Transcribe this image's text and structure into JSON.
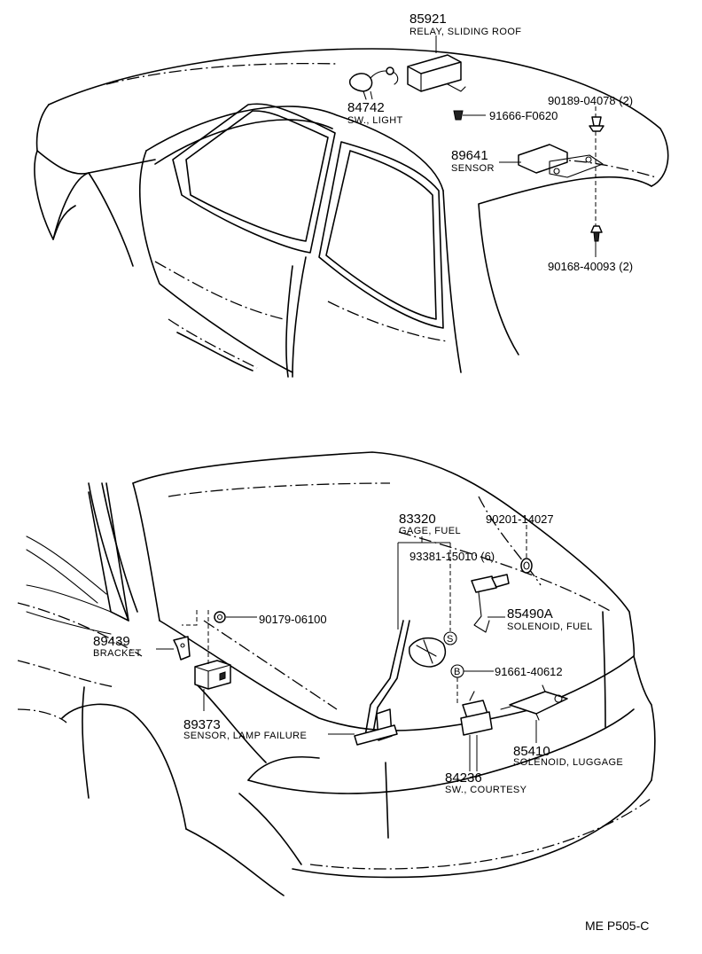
{
  "top": {
    "relay": {
      "number": "85921",
      "desc": "RELAY, SLIDING ROOF"
    },
    "light_switch": {
      "number": "84742",
      "desc": "SW., LIGHT"
    },
    "bolt_relay": {
      "code": "91666-F0620"
    },
    "clip_upper": {
      "code": "90189-04078 (2)"
    },
    "sensor": {
      "number": "89641",
      "desc": "SENSOR"
    },
    "clip_lower": {
      "code": "90168-40093 (2)"
    }
  },
  "bottom": {
    "fuel_gage": {
      "number": "83320",
      "desc": "GAGE, FUEL"
    },
    "gasket": {
      "code": "90201-14027"
    },
    "screw": {
      "code": "93381-15010 (6)"
    },
    "solenoid_fuel": {
      "number": "85490A",
      "desc": "SOLENOID, FUEL"
    },
    "grommet": {
      "code": "90179-06100"
    },
    "bracket": {
      "number": "89439",
      "desc": "BRACKET"
    },
    "bolt_b": {
      "code": "91661-40612"
    },
    "lamp_sensor": {
      "number": "89373",
      "desc": "SENSOR, LAMP FAILURE"
    },
    "solenoid_luggage": {
      "number": "85410",
      "desc": "SOLENOID, LUGGAGE"
    },
    "courtesy_switch": {
      "number": "84236",
      "desc": "SW., COURTESY"
    },
    "marker_s": "S",
    "marker_b": "B"
  },
  "footer": {
    "ref": "ME P505-C"
  }
}
